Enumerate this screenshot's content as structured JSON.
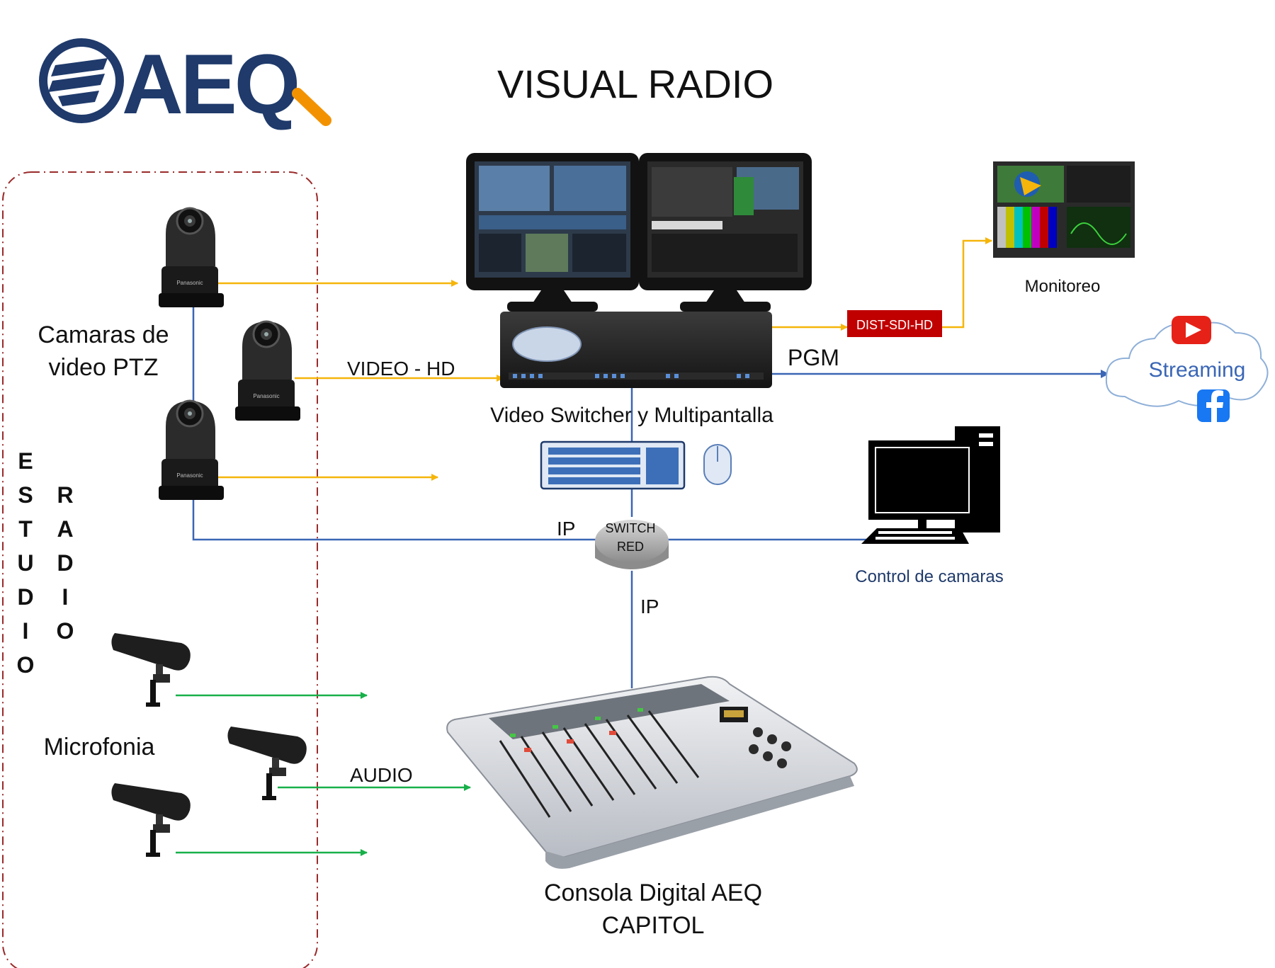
{
  "brand": {
    "logo_text": "AEQ",
    "primary_color": "#1f3a6b",
    "accent_color": "#f39200"
  },
  "title": "VISUAL RADIO",
  "studio_label": {
    "col1": [
      "E",
      "S",
      "T",
      "U",
      "D",
      "I",
      "O"
    ],
    "col2": [
      "R",
      "A",
      "D",
      "I",
      "O"
    ]
  },
  "cameras": {
    "label_line1": "Camaras de",
    "label_line2": "video PTZ",
    "brand_mark": "Panasonic"
  },
  "mics": {
    "label": "Microfonia"
  },
  "links": {
    "video_hd": "VIDEO - HD",
    "audio": "AUDIO",
    "pgm": "PGM",
    "ip_left": "IP",
    "ip_down": "IP"
  },
  "switcher": {
    "label": "Video Switcher y Multipantalla"
  },
  "network_switch": {
    "line1": "SWITCH",
    "line2": "RED"
  },
  "dist": {
    "label": "DIST-SDI-HD"
  },
  "monitor": {
    "label": "Monitoreo"
  },
  "streaming": {
    "label": "Streaming",
    "icons": [
      "youtube-icon",
      "facebook-icon"
    ]
  },
  "camera_control": {
    "label": "Control de camaras"
  },
  "console": {
    "line1": "Consola Digital AEQ",
    "line2": "CAPITOL"
  },
  "colors": {
    "video": "#f5b50a",
    "ip": "#3a66b5",
    "audio": "#18b04a",
    "dashed_box": "#9a2a2a",
    "dist_box": "#c00000"
  }
}
